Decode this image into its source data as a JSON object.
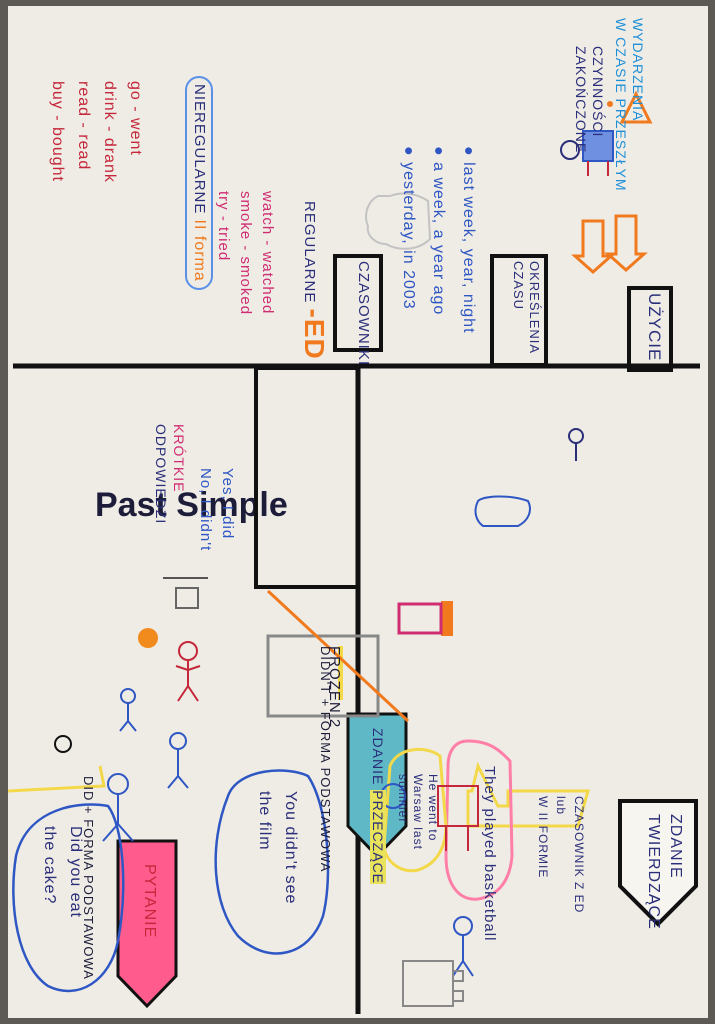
{
  "title": "Past Simple",
  "affirmative": {
    "heading_line1": "ZDANIE",
    "heading_line2": "TWIERDZĄCE",
    "rule_line1": "CZASOWNIK Z ED",
    "rule_line2": "lub",
    "rule_line3": "W II FORMIE",
    "example1": "They played basketball",
    "example2_line1": "He went to",
    "example2_line2": "Warsaw last",
    "example2_line3": "summer"
  },
  "negative": {
    "heading_prefix": "ZDANIE ",
    "heading_highlight": "PRZECZĄCE",
    "rule": "DIDN'T + FORMA PODSTAWOWA",
    "example_line1": "You didn't see",
    "example_line2": "the film",
    "poster_text": "FROZEN 2"
  },
  "question": {
    "heading": "PYTANIE",
    "rule": "DID + FORMA PODSTAWOWA",
    "example_line1": "Did you eat",
    "example_line2": "the cake?"
  },
  "short_answers": {
    "heading_line1": "KRÓTKIE",
    "heading_line2": "ODPOWIEDZI",
    "yes": "Yes, I did",
    "no": "No, I didn't"
  },
  "usage": {
    "label": "UŻYCIE",
    "arrow1_line1": "WYDARZENIA",
    "arrow1_line2": "W CZASIE PRZESZŁYM",
    "arrow2_line1": "CZYNNOŚCI",
    "arrow2_line2": "ZAKOŃCZONE"
  },
  "time_expressions": {
    "label_line1": "OKREŚLENIA",
    "label_line2": "CZASU",
    "items": [
      "last week, year, night",
      "a week, a year ago",
      "yesterday, in 2003"
    ]
  },
  "verbs": {
    "label": "CZASOWNIKI",
    "regular_label": "REGULARNE",
    "regular_suffix": "-ED",
    "regular_examples": [
      "watch - watched",
      "smoke - smoked",
      "try - tried"
    ],
    "irregular_label": "NIEREGULARNE",
    "irregular_form": "II forma",
    "irregular_examples": [
      "go - went",
      "drink - drank",
      "read - read",
      "buy - bought"
    ]
  },
  "colors": {
    "navy": "#2b2f7a",
    "teal_arrow": "#5fb8c6",
    "pink_arrow": "#ff5c8d",
    "orange": "#f07a1d",
    "yellow_outline": "#f3d94a"
  }
}
